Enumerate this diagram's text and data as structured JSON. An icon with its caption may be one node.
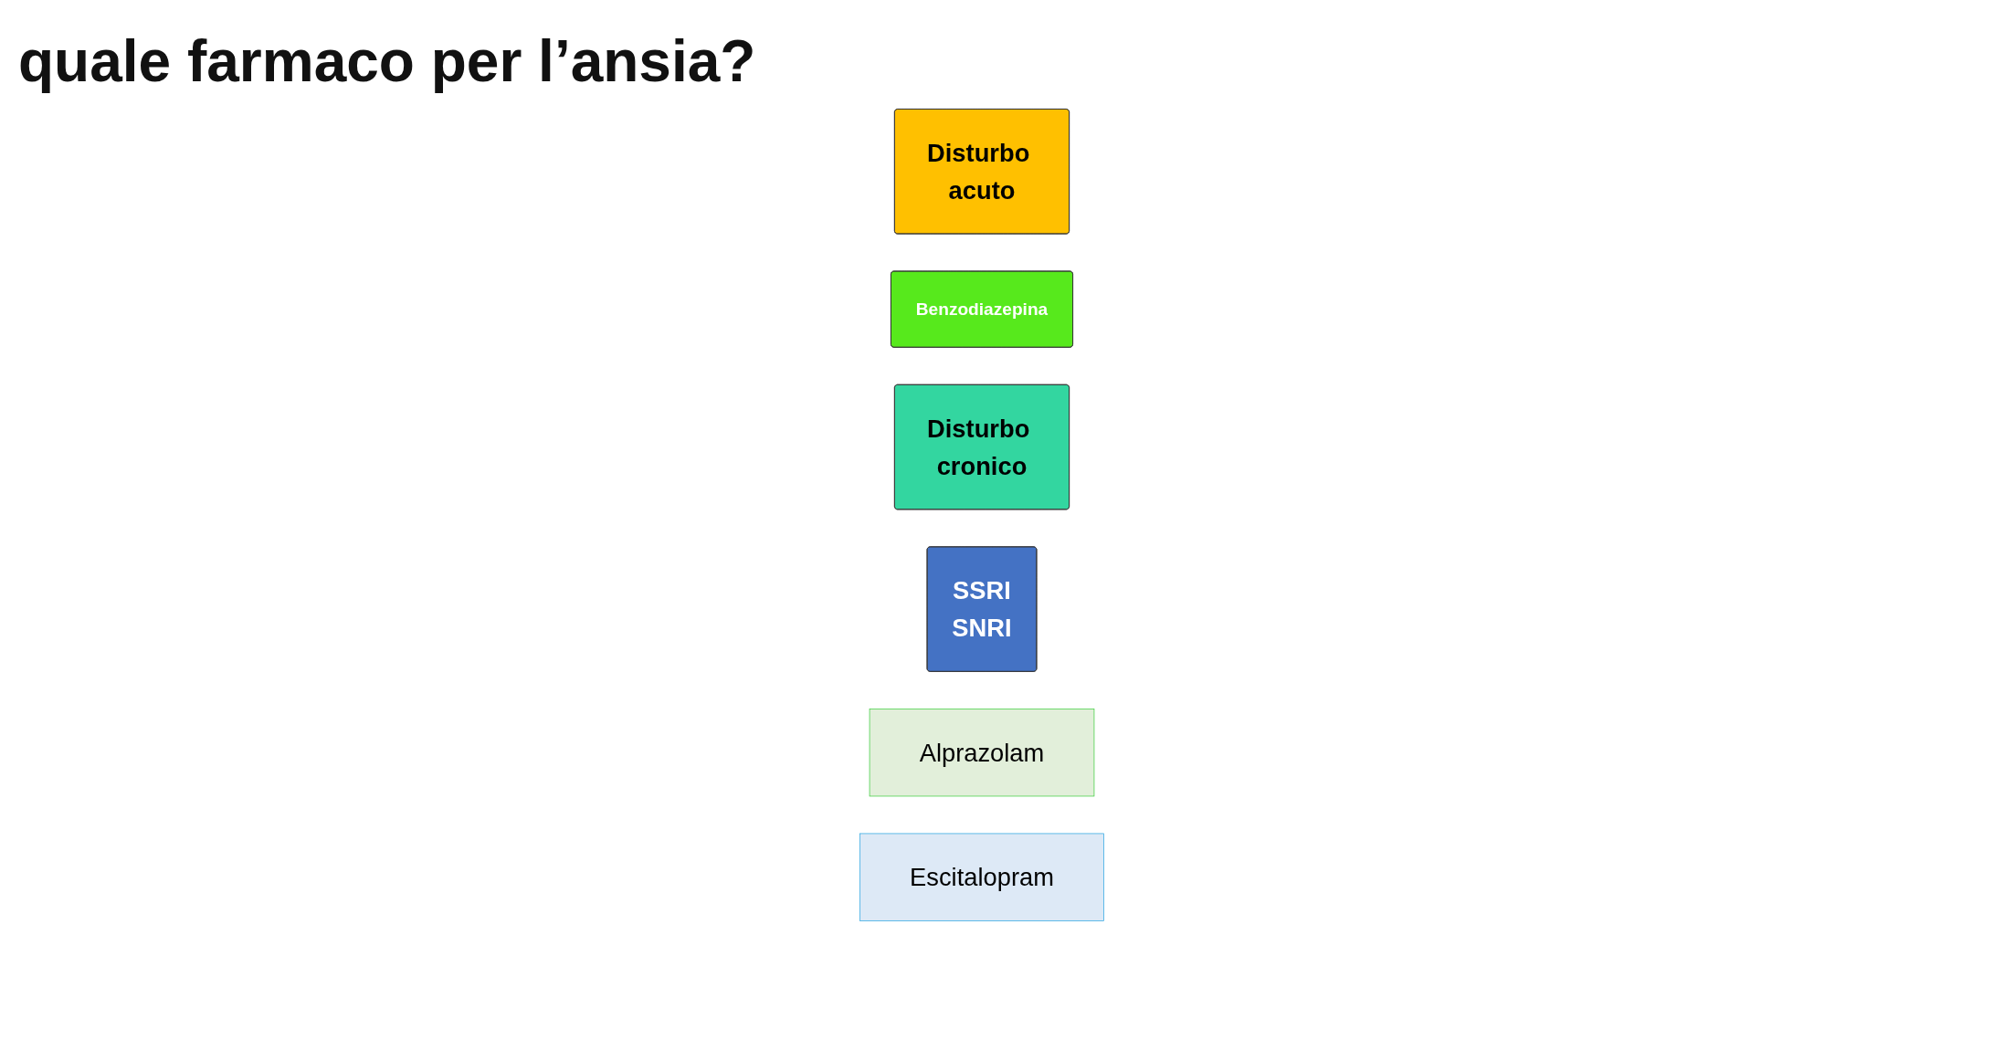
{
  "diagram": {
    "title": "quale farmaco per l’ansia?",
    "nodes": [
      {
        "text": [
          "Disturbo acuto"
        ]
      },
      {
        "text": [
          "Benzodiazepina"
        ]
      },
      {
        "text": [
          "Disturbo cronico"
        ]
      },
      {
        "text": [
          "SSRI",
          "SNRI"
        ]
      },
      {
        "text": [
          "Alprazolam"
        ]
      },
      {
        "text": [
          "Escitalopram"
        ]
      }
    ],
    "edges": []
  }
}
